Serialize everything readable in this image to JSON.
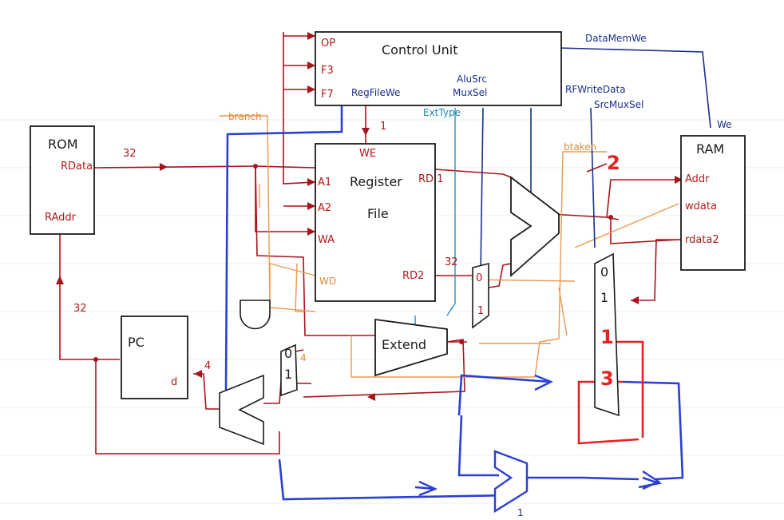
{
  "blocks": {
    "control_unit": {
      "title": "Control Unit",
      "in_op": "OP",
      "in_f3": "F3",
      "in_f7": "F7"
    },
    "register_file": {
      "title_1": "Register",
      "title_2": "File",
      "we": "WE",
      "a1": "A1",
      "a2": "A2",
      "wa": "WA",
      "wd": "WD",
      "rd1": "RD 1",
      "rd2": "RD2"
    },
    "rom": {
      "title": "ROM",
      "rdata": "RData",
      "raddr": "RAddr"
    },
    "ram": {
      "title": "RAM",
      "addr": "Addr",
      "wdata": "wdata",
      "rdata": "rdata2"
    },
    "pc": {
      "title": "PC",
      "d": "d"
    },
    "extend": {
      "title": "Extend"
    }
  },
  "signals": {
    "data_mem_we": "DataMemWe",
    "we": "We",
    "reg_file_we": "RegFileWe",
    "alu_src_mux_sel_1": "AluSrc",
    "alu_src_mux_sel_2": "MuxSel",
    "rf_write_data_1": "RFWriteData",
    "rf_write_data_2": "SrcMuxSel",
    "ext_type": "ExtType",
    "branch": "branch",
    "b_taken": "btaken"
  },
  "numbers": {
    "we_width": "1",
    "rom_width": "32",
    "pc_width": "32",
    "rd2_width": "32",
    "pc_plus": "4",
    "pc_plus_2": "4",
    "mux_0": "0",
    "mux_1": "1",
    "rf_mux_0": "0",
    "rf_mux_1": "1",
    "ram_mux_0": "0",
    "ram_mux_1": "1",
    "one": "1",
    "red_two": "2",
    "red_one": "1",
    "red_three": "3"
  },
  "colors": {
    "red_wire": "#a8141c",
    "blue_wire": "#2b3fd1",
    "navy_wire": "#1a2f8f",
    "orange_wire": "#e89a50",
    "teal_wire": "#2a90b8",
    "bright_red": "#e52222",
    "black": "#1b1b1b"
  }
}
